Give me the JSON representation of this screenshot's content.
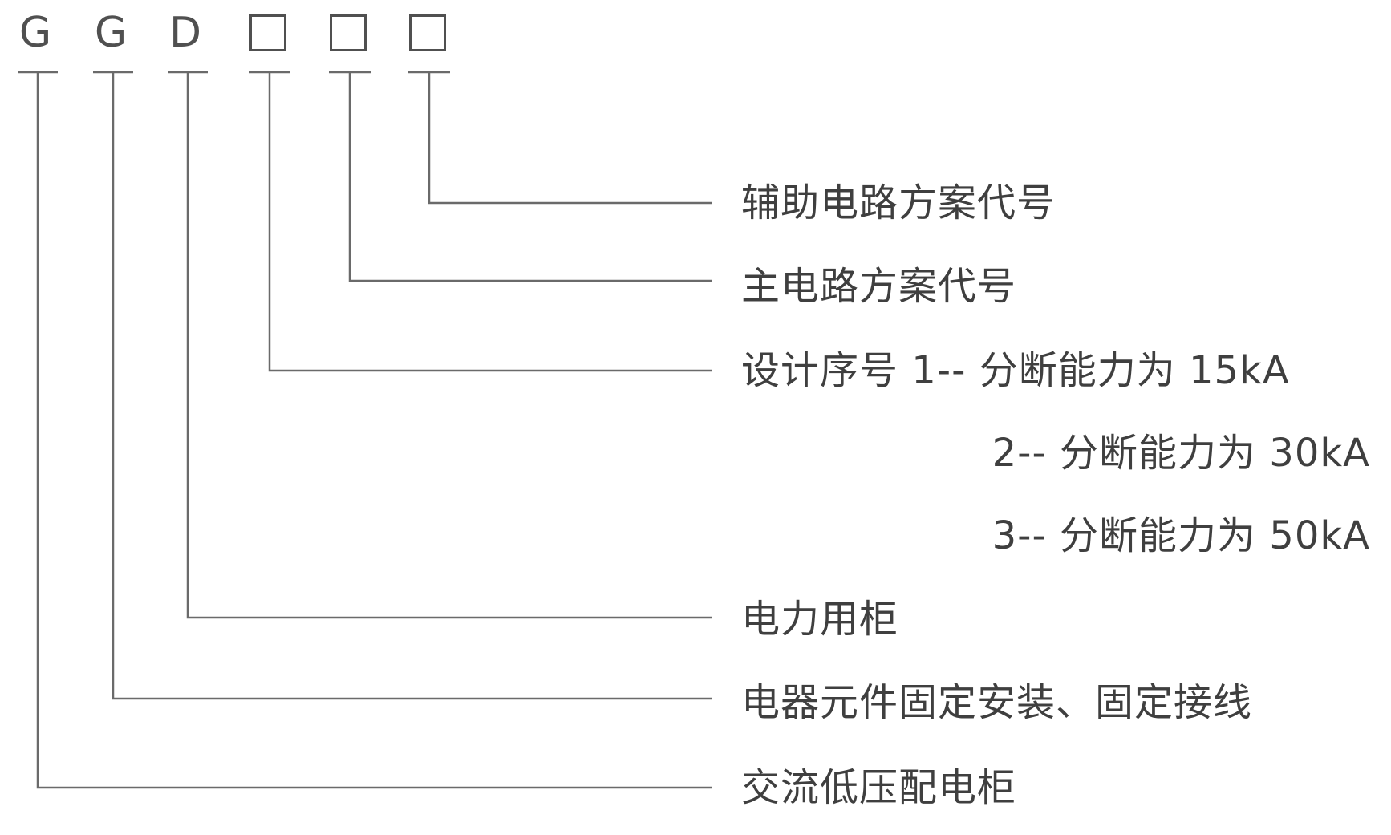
{
  "code": {
    "letters": [
      "G",
      "G",
      "D"
    ],
    "placeholder_count": 3
  },
  "descriptions": {
    "aux_circuit": "辅助电路方案代号",
    "main_circuit": "主电路方案代号",
    "design_serial": "设计序号 1-- 分断能力为 15kA",
    "design_serial_2": "2-- 分断能力为 30kA",
    "design_serial_3": "3-- 分断能力为 50kA",
    "power_cabinet": "电力用柜",
    "fixed_install": "电器元件固定安装、固定接线",
    "ac_lv_cabinet": "交流低压配电柜"
  },
  "colors": {
    "line": "#6a6a6a",
    "text": "#3f3f3f"
  }
}
